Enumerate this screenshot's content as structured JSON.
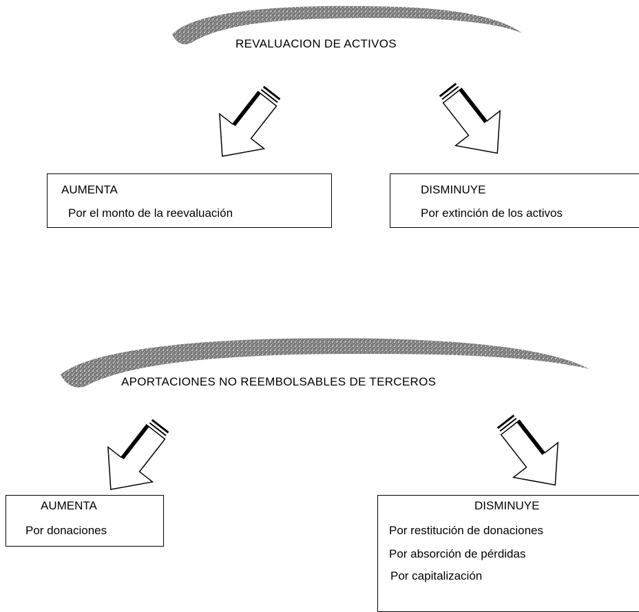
{
  "sections": [
    {
      "title": "REVALUACION DE ACTIVOS",
      "left": {
        "heading": "AUMENTA",
        "lines": [
          "Por el monto de la reevaluación"
        ]
      },
      "right": {
        "heading": "DISMINUYE",
        "lines": [
          "Por extinción de los activos"
        ]
      }
    },
    {
      "title": "APORTACIONES NO REEMBOLSABLES DE TERCEROS",
      "left": {
        "heading": "AUMENTA",
        "lines": [
          "Por donaciones"
        ]
      },
      "right": {
        "heading": "DISMINUYE",
        "lines": [
          "Por restitución de donaciones",
          "Por absorción de pérdidas",
          "Por capitalización"
        ]
      }
    }
  ],
  "icons": [
    "swoosh-decoration",
    "down-left-arrow-icon",
    "down-right-arrow-icon"
  ]
}
